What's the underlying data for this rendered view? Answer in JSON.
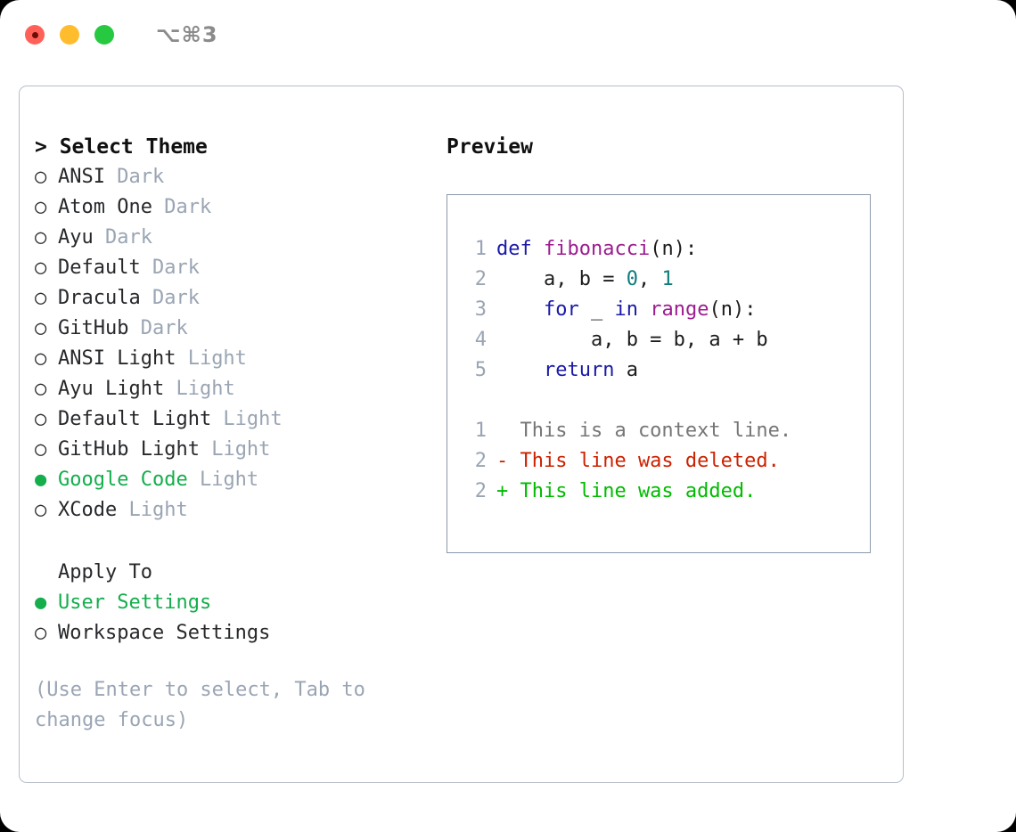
{
  "titlebar": {
    "shortcut": "⌥⌘3",
    "lights": [
      "close-red",
      "minimize-yellow",
      "zoom-green"
    ]
  },
  "theme_picker": {
    "header": "> Select Theme",
    "selected_marker": "●",
    "unselected_marker": "○",
    "items": [
      {
        "name": "ANSI",
        "variant": "Dark",
        "selected": false
      },
      {
        "name": "Atom One",
        "variant": "Dark",
        "selected": false
      },
      {
        "name": "Ayu",
        "variant": "Dark",
        "selected": false
      },
      {
        "name": "Default",
        "variant": "Dark",
        "selected": false
      },
      {
        "name": "Dracula",
        "variant": "Dark",
        "selected": false
      },
      {
        "name": "GitHub",
        "variant": "Dark",
        "selected": false
      },
      {
        "name": "ANSI Light",
        "variant": "Light",
        "selected": false
      },
      {
        "name": "Ayu Light",
        "variant": "Light",
        "selected": false
      },
      {
        "name": "Default Light",
        "variant": "Light",
        "selected": false
      },
      {
        "name": "GitHub Light",
        "variant": "Light",
        "selected": false
      },
      {
        "name": "Google Code",
        "variant": "Light",
        "selected": true
      },
      {
        "name": "XCode",
        "variant": "Light",
        "selected": false
      }
    ]
  },
  "apply_to": {
    "title": "Apply To",
    "options": [
      {
        "label": "User Settings",
        "selected": true
      },
      {
        "label": "Workspace Settings",
        "selected": false
      }
    ]
  },
  "hint": "(Use Enter to select, Tab to change focus)",
  "preview": {
    "title": "Preview",
    "code_lines": [
      {
        "ln": "1",
        "tokens": [
          {
            "t": "def ",
            "c": "kw"
          },
          {
            "t": "fibonacci",
            "c": "fn"
          },
          {
            "t": "(n):",
            "c": "plain"
          }
        ]
      },
      {
        "ln": "2",
        "tokens": [
          {
            "t": "    a, b = ",
            "c": "plain"
          },
          {
            "t": "0",
            "c": "num"
          },
          {
            "t": ", ",
            "c": "plain"
          },
          {
            "t": "1",
            "c": "num"
          }
        ]
      },
      {
        "ln": "3",
        "tokens": [
          {
            "t": "    ",
            "c": "plain"
          },
          {
            "t": "for",
            "c": "kw"
          },
          {
            "t": " _ ",
            "c": "plain"
          },
          {
            "t": "in",
            "c": "kw"
          },
          {
            "t": " ",
            "c": "plain"
          },
          {
            "t": "range",
            "c": "fn"
          },
          {
            "t": "(n):",
            "c": "plain"
          }
        ]
      },
      {
        "ln": "4",
        "tokens": [
          {
            "t": "        a, b = b, a + b",
            "c": "plain"
          }
        ]
      },
      {
        "ln": "5",
        "tokens": [
          {
            "t": "    ",
            "c": "plain"
          },
          {
            "t": "return",
            "c": "kw"
          },
          {
            "t": " a",
            "c": "plain"
          }
        ]
      }
    ],
    "diff_lines": [
      {
        "ln": "1",
        "text": "  This is a context line.",
        "c": "ctx"
      },
      {
        "ln": "2",
        "text": "- This line was deleted.",
        "c": "del"
      },
      {
        "ln": "2",
        "text": "+ This line was added.",
        "c": "add"
      }
    ]
  },
  "colors": {
    "accent_green": "#14ae4c",
    "diff_add": "#00bb00",
    "diff_del": "#cc2200",
    "keyword": "#1a1aa8",
    "function": "#9c1d8f",
    "number": "#0e7c7b",
    "muted": "#9aa5b4",
    "border": "#b6bec9",
    "codebox_border": "#8d99aa"
  }
}
